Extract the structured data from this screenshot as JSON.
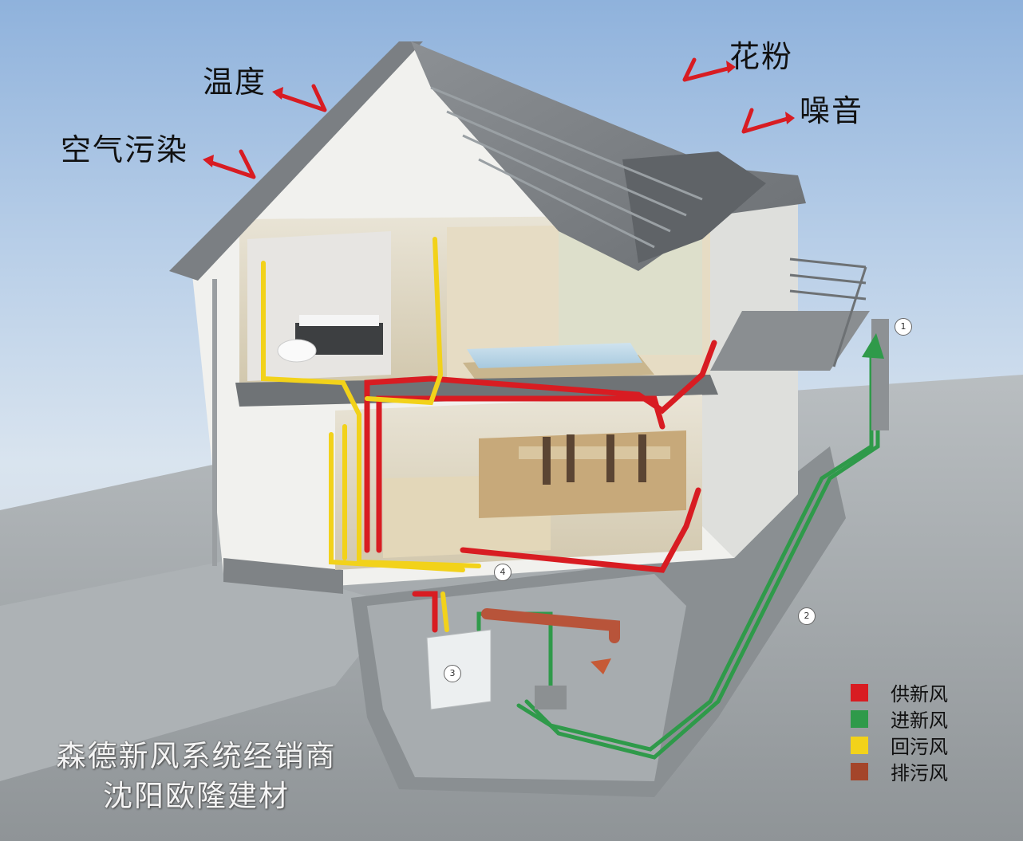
{
  "threat_labels": {
    "air_pollution": "空气污染",
    "temperature": "温度",
    "pollen": "花粉",
    "noise": "噪音"
  },
  "badges": [
    "1",
    "2",
    "3",
    "4"
  ],
  "legend": [
    {
      "label": "供新风",
      "color": "#d81c22"
    },
    {
      "label": "进新风",
      "color": "#2f9a4a"
    },
    {
      "label": "回污风",
      "color": "#f2d21a"
    },
    {
      "label": "排污风",
      "color": "#a4452a"
    }
  ],
  "watermark": {
    "line1": "森德新风系统经销商",
    "line2": "沈阳欧隆建材"
  },
  "colors": {
    "arrow": "#d81c22",
    "roof": "#7d8184",
    "wall": "#f3f3f1",
    "ground": "#9ea3a6"
  }
}
